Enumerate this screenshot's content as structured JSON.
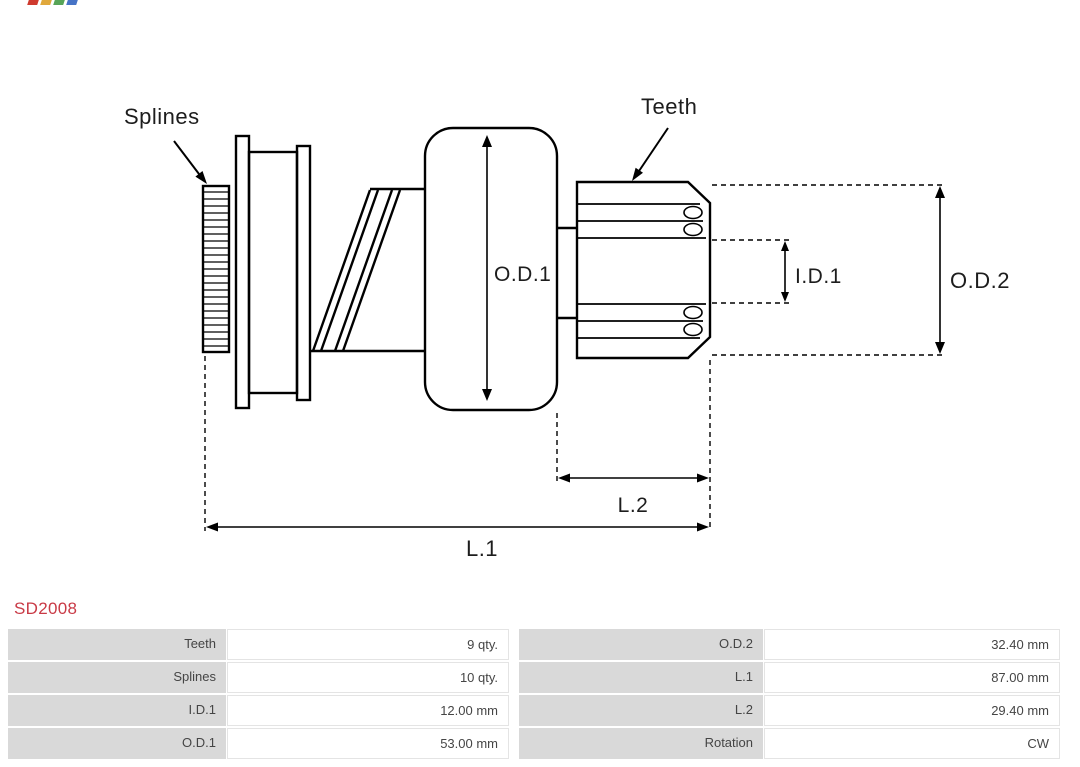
{
  "part_code": "SD2008",
  "diagram": {
    "callouts": {
      "splines": "Splines",
      "teeth": "Teeth"
    },
    "dimensions": {
      "od1": "O.D.1",
      "id1": "I.D.1",
      "od2": "O.D.2",
      "l1": "L.1",
      "l2": "L.2"
    }
  },
  "table": {
    "rows": [
      {
        "c1_label": "Teeth",
        "c1_value": "9 qty.",
        "c2_label": "O.D.2",
        "c2_value": "32.40 mm"
      },
      {
        "c1_label": "Splines",
        "c1_value": "10 qty.",
        "c2_label": "L.1",
        "c2_value": "87.00 mm"
      },
      {
        "c1_label": "I.D.1",
        "c1_value": "12.00 mm",
        "c2_label": "L.2",
        "c2_value": "29.40 mm"
      },
      {
        "c1_label": "O.D.1",
        "c1_value": "53.00 mm",
        "c2_label": "Rotation",
        "c2_value": "CW"
      }
    ]
  },
  "colors": {
    "part_code_red": "#c93a46",
    "table_label_bg": "#d9d9d9",
    "line_color": "#000000"
  }
}
